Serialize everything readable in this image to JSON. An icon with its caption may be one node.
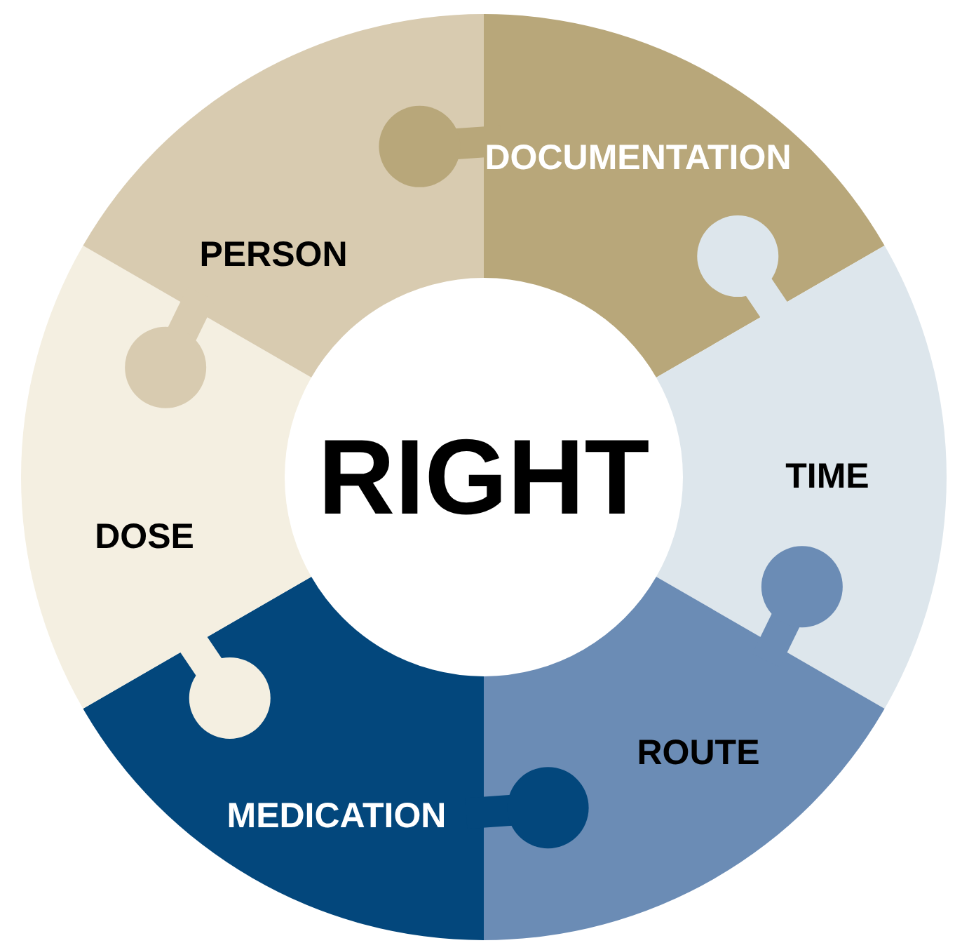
{
  "diagram": {
    "nodes": [
      {
        "text": [
          "DOCUMENTATION"
        ]
      },
      {
        "text": [
          "TIME"
        ]
      },
      {
        "text": [
          "ROUTE"
        ]
      },
      {
        "text": [
          "MEDICATION"
        ]
      },
      {
        "text": [
          "DOSE"
        ]
      },
      {
        "text": [
          "PERSON"
        ]
      },
      {
        "text": [
          "RIGHT"
        ]
      }
    ]
  }
}
